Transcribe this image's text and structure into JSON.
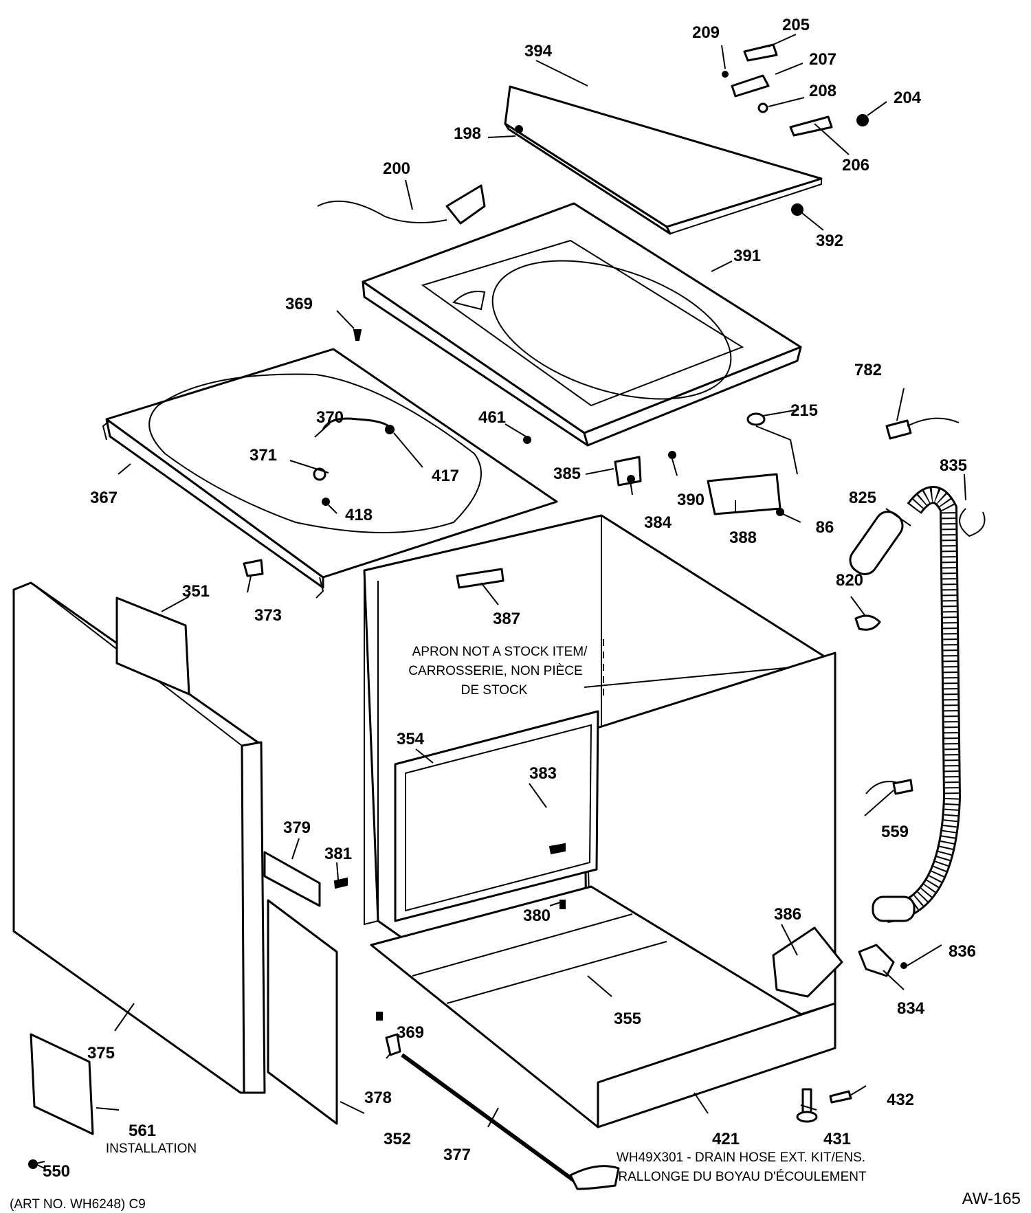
{
  "callouts": {
    "c198": "198",
    "c200": "200",
    "c204": "204",
    "c205": "205",
    "c206": "206",
    "c207": "207",
    "c208": "208",
    "c209": "209",
    "c215": "215",
    "c351": "351",
    "c352": "352",
    "c354": "354",
    "c355": "355",
    "c367": "367",
    "c369a": "369",
    "c369b": "369",
    "c370": "370",
    "c371": "371",
    "c373": "373",
    "c375": "375",
    "c377": "377",
    "c378": "378",
    "c379": "379",
    "c380": "380",
    "c381": "381",
    "c383": "383",
    "c384": "384",
    "c385": "385",
    "c386": "386",
    "c387": "387",
    "c388": "388",
    "c390": "390",
    "c391": "391",
    "c392": "392",
    "c394": "394",
    "c417": "417",
    "c418": "418",
    "c421": "421",
    "c431": "431",
    "c432": "432",
    "c461": "461",
    "c550": "550",
    "c559": "559",
    "c561": "561",
    "c782": "782",
    "c820": "820",
    "c825": "825",
    "c834": "834",
    "c835": "835",
    "c836": "836",
    "c86": "86"
  },
  "notes": {
    "apron_line1": "APRON NOT A STOCK ITEM/",
    "apron_line2": "CARROSSERIE, NON PIÈCE",
    "apron_line3": "DE STOCK",
    "installation": "INSTALLATION",
    "drain_kit_line1": "WH49X301 - DRAIN HOSE EXT. KIT/ENS.",
    "drain_kit_line2": "RALLONGE DU BOYAU D'ÉCOULEMENT"
  },
  "footer": {
    "art_no": "(ART NO. WH6248) C9",
    "page_code": "AW-165"
  }
}
